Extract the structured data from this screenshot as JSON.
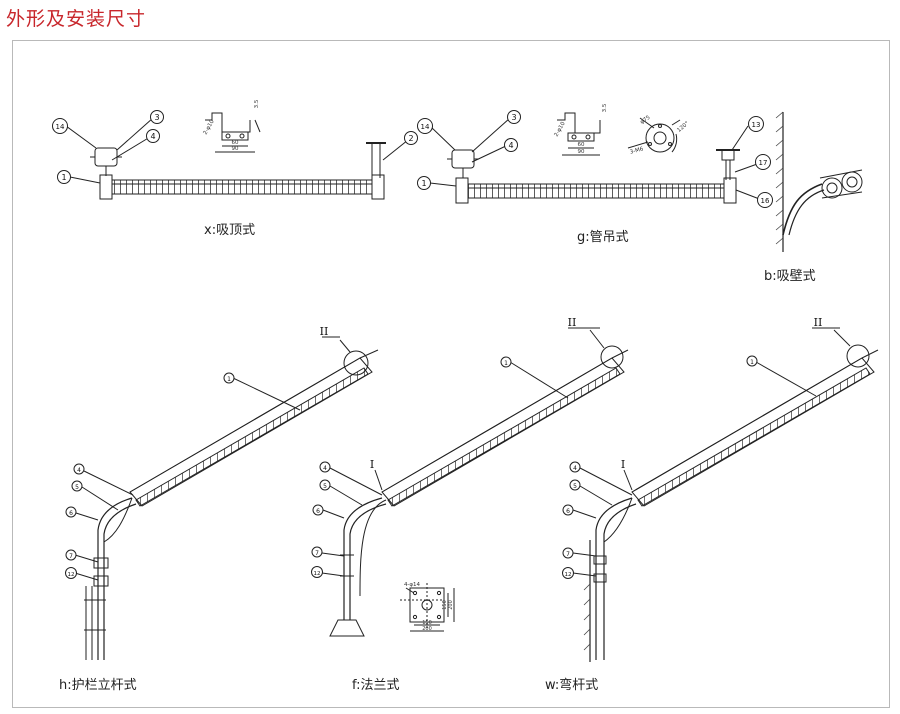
{
  "page": {
    "title": "外形及安装尺寸"
  },
  "captions": {
    "x": "x:吸顶式",
    "g": "g:管吊式",
    "b": "b:吸壁式",
    "h": "h:护栏立杆式",
    "f": "f:法兰式",
    "w": "w:弯杆式"
  },
  "callouts": {
    "n1": "1",
    "n2": "2",
    "n3": "3",
    "n4": "4",
    "n5": "5",
    "n6": "6",
    "n7": "7",
    "n12": "12",
    "n13": "13",
    "n14": "14",
    "n16": "16",
    "n17": "17",
    "roman1": "I",
    "roman2": "II"
  },
  "dims": {
    "bracket_hole": "2-φ10",
    "bracket_w1": "60",
    "bracket_w2": "90",
    "bracket_h": "3.5",
    "circle_d": "φ75",
    "circle_hole": "3-M6",
    "circle_angle": "120°",
    "flange_holes": "4-φ14",
    "flange_in_w": "150",
    "flange_out_w": "200",
    "flange_in_h": "150",
    "flange_out_h": "200"
  }
}
